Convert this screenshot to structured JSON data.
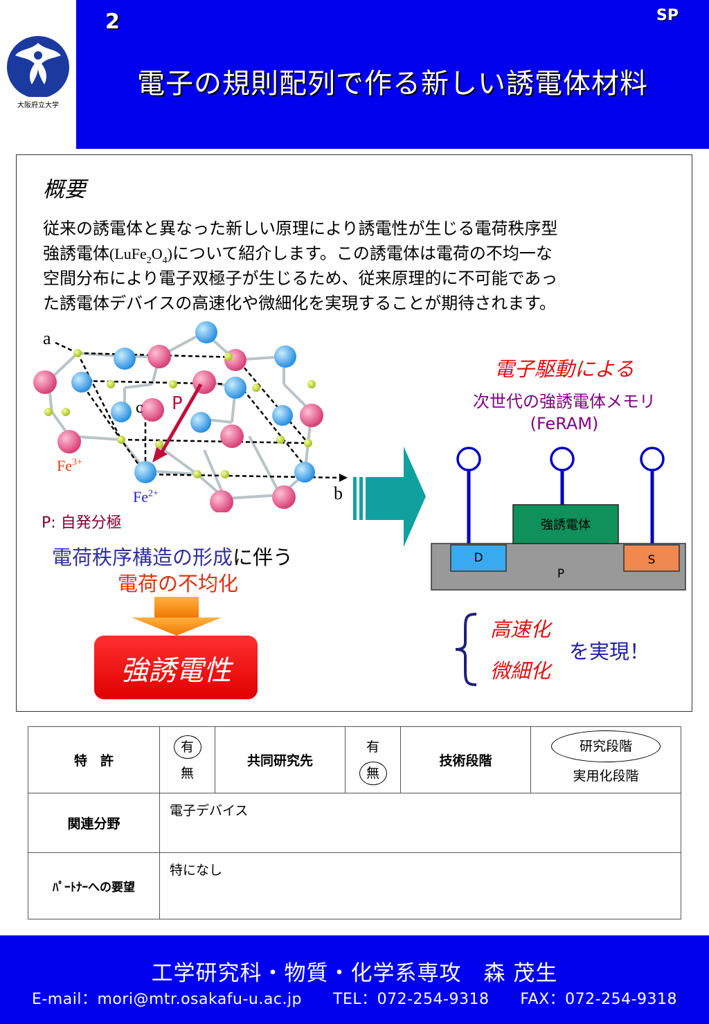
{
  "header": {
    "slide_number": "2",
    "sp_label": "SP",
    "title": "電子の規則配列で作る新しい誘電体材料",
    "university": "大阪府立大学"
  },
  "summary": {
    "heading": "概要",
    "line1": "従来の誘電体と異なった新しい原理により誘電性が生じる電荷秩序型",
    "line2_a": "強誘電体",
    "line2_formula_a": "(LuFe",
    "line2_sub1": "2",
    "line2_formula_b": "O",
    "line2_sub2": "4",
    "line2_formula_c": ")",
    "line2_b": "について紹介します。この誘電体は電荷の不均一な",
    "line3": "空間分布により電子双極子が生じるため、従来原理的に不可能であっ",
    "line4": "た誘電体デバイスの高速化や微細化を実現することが期待されます。"
  },
  "crystal": {
    "axis_a": "a",
    "axis_b": "b",
    "axis_c": "c",
    "p_label": "P",
    "fe3_base": "Fe",
    "fe3_sup": "3+",
    "fe2_base": "Fe",
    "fe2_sup": "2+",
    "polarization_caption": "P: 自発分極",
    "colors": {
      "fe3": "#e05080",
      "fe2": "#3aa0e8",
      "oxygen": "#c8e040",
      "arrow": "#c0103a"
    }
  },
  "mechanism": {
    "line1_blue": "電荷秩序構造の形成",
    "line1_black": "に伴う",
    "line2": "電荷の不均化",
    "result": "強誘電性"
  },
  "feram": {
    "title_red": "電子駆動による",
    "title_purple": "次世代の強誘電体メモリ",
    "title_abbr": "(FeRAM)",
    "ferro_label": "強誘電体",
    "d_label": "D",
    "s_label": "S",
    "p_label": "P",
    "benefit1": "高速化",
    "benefit2": "微細化",
    "benefit_suffix": "を実現！"
  },
  "table": {
    "patent_label": "特　許",
    "patent_yes": "有",
    "patent_no": "無",
    "joint_label": "共同研究先",
    "joint_yes": "有",
    "joint_no": "無",
    "tech_label": "技術段階",
    "tech_research": "研究段階",
    "tech_practical": "実用化段階",
    "field_label": "関連分野",
    "field_value": "電子デバイス",
    "partner_label": "ﾊﾟｰﾄﾅｰへの要望",
    "partner_value": "特になし"
  },
  "footer": {
    "department": "工学研究科・物質・化学系専攻　森 茂生",
    "email": "E-mail：mori@mtr.osakafu-u.ac.jp",
    "tel": "TEL：072-254-9318",
    "fax": "FAX：072-254-9318"
  }
}
